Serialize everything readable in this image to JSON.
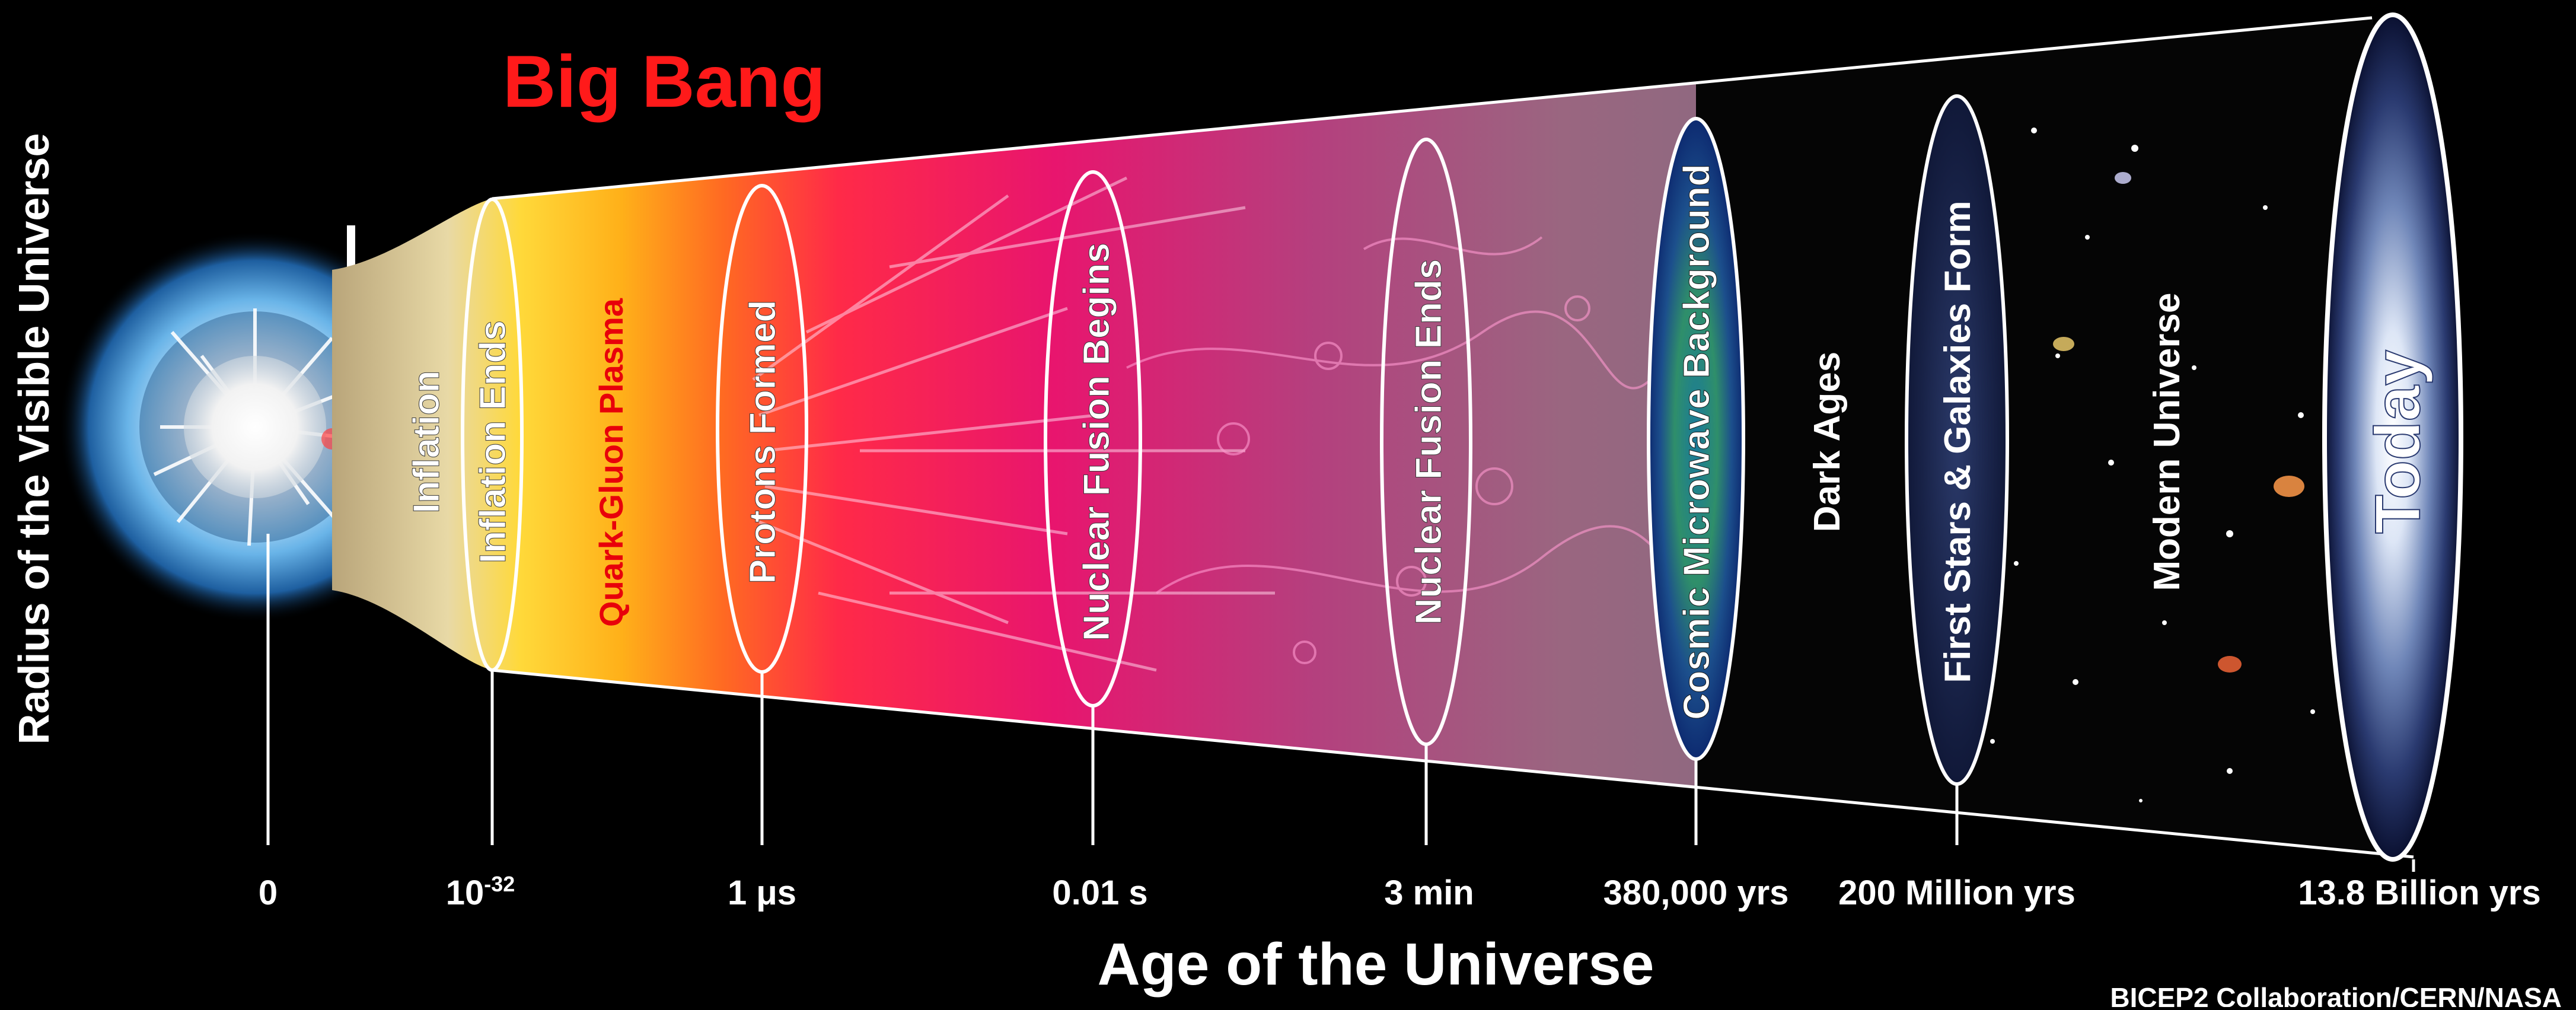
{
  "title": "Big Bang",
  "y_axis_label": "Radius of the Visible Universe",
  "x_axis_label": "Age of the Universe",
  "credit": "BICEP2 Collaboration/CERN/NASA",
  "stage_labels": {
    "inflation": "Inflation",
    "inflation_ends": "Inflation Ends",
    "quark_gluon_plasma": "Quark-Gluon Plasma",
    "protons_formed": "Protons Formed",
    "nuclear_fusion_begins": "Nuclear Fusion Begins",
    "nuclear_fusion_ends": "Nuclear Fusion Ends",
    "cosmic_microwave_background": "Cosmic Microwave Background",
    "dark_ages": "Dark Ages",
    "first_stars_galaxies": "First Stars & Galaxies Form",
    "modern_universe": "Modern Universe",
    "today": "Today"
  },
  "time_ticks": {
    "t0": "0",
    "t1_base": "10",
    "t1_exp": "-32",
    "t2": "1 μs",
    "t3": "0.01 s",
    "t4": "3 min",
    "t5": "380,000 yrs",
    "t6": "200 Million yrs",
    "t7": "13.8 Billion yrs"
  },
  "colors": {
    "title": "#ff1a1a",
    "qgp_label": "#e8000a",
    "text": "#ffffff",
    "background": "#000000"
  }
}
